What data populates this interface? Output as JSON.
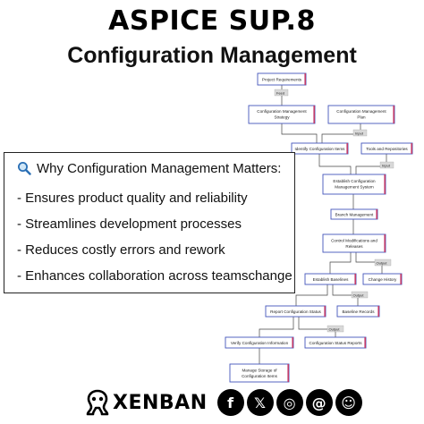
{
  "header": {
    "title": "ASPICE SUP.8",
    "subtitle": "Configuration Management"
  },
  "flow": {
    "nodes": {
      "project_requirements": "Project Requirements",
      "cm_strategy": [
        "Configuration Management",
        "Strategy"
      ],
      "cm_plan": [
        "Configuration Management",
        "Plan"
      ],
      "identify_items": "Identify Configuration Items",
      "tools_repos": "Tools and Repositories",
      "establish_system": [
        "Establish Configuration",
        "Management System"
      ],
      "branch_mgmt": "Branch Management",
      "control_mods": [
        "Control Modifications and",
        "Releases"
      ],
      "establish_baselines": "Establish Baselines",
      "change_history": "Change History",
      "report_status": "Report Configuration Status",
      "baseline_records": "Baseline Records",
      "verify_info": "Verify Configuration Information",
      "status_reports": "Configuration Status Reports",
      "manage_storage": [
        "Manage Storage of",
        "Configuration Items"
      ]
    },
    "edge_labels": {
      "feed": "Feed",
      "input1": "Input",
      "input2": "Input",
      "output1": "Output",
      "output2": "Output",
      "output3": "Output"
    }
  },
  "card": {
    "heading": "Why Configuration Management Matters:",
    "items": [
      "- Ensures product quality and reliability",
      "- Streamlines development processes",
      "- Reduces costly errors and rework",
      "- Enhances collaboration across teamschange"
    ]
  },
  "footer": {
    "brand": "XENBAN",
    "social": [
      {
        "icon": "facebook-icon",
        "glyph": "f"
      },
      {
        "icon": "x-icon",
        "glyph": "𝕏"
      },
      {
        "icon": "instagram-icon",
        "glyph": "◎"
      },
      {
        "icon": "threads-icon",
        "glyph": "@"
      },
      {
        "icon": "snapchat-icon",
        "glyph": "☺"
      }
    ]
  }
}
